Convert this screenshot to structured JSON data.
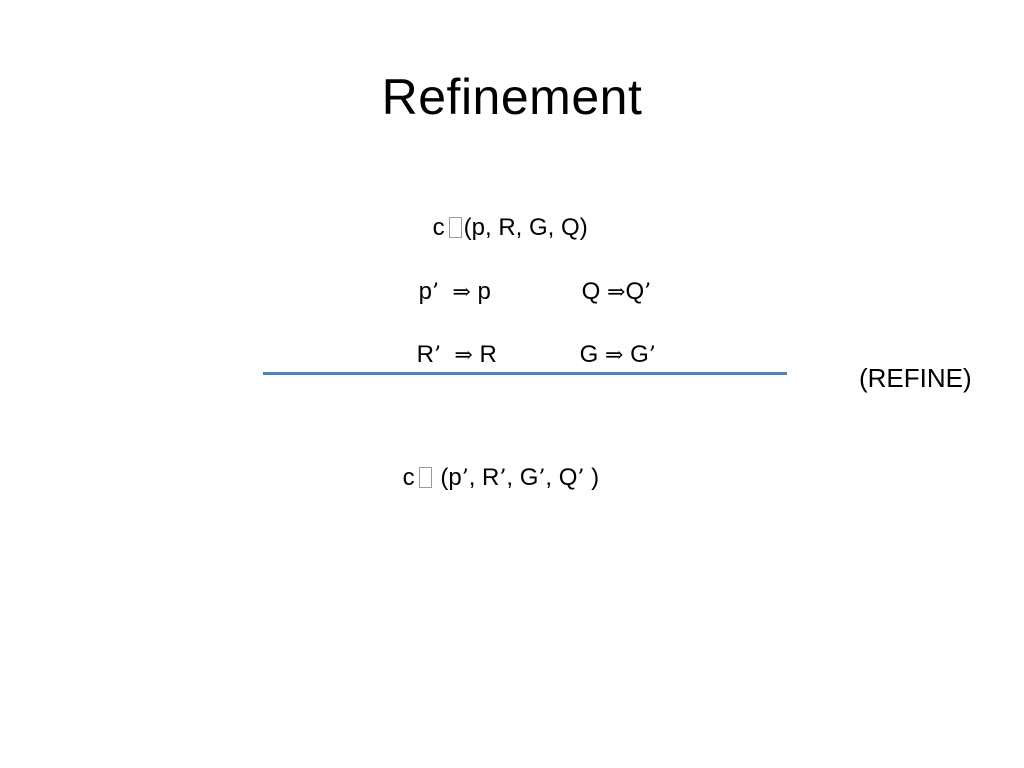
{
  "slide": {
    "title": "Refinement",
    "premise_1": {
      "prefix": "c",
      "suffix": "(p, R, G, Q)"
    },
    "premise_2_left": {
      "var_a": "p",
      "prime": "’",
      "arrow": "⇒",
      "var_b": "p"
    },
    "premise_2_right": {
      "var_a": "Q",
      "arrow": "⇒",
      "var_b": "Q",
      "prime": "’"
    },
    "premise_3_left": {
      "var_a": "R",
      "prime": "’",
      "arrow": "⇒",
      "var_b": "R"
    },
    "premise_3_right": {
      "var_a": "G",
      "arrow": "⇒",
      "var_b": "G",
      "prime": "’"
    },
    "conclusion": {
      "prefix": "c",
      "open": "(p",
      "prime": "’",
      "r": ", R",
      "g": ", G",
      "q": ", Q",
      "close": ")"
    },
    "rule_name": "(REFINE)",
    "rule_line_color": "#4f81bd"
  }
}
